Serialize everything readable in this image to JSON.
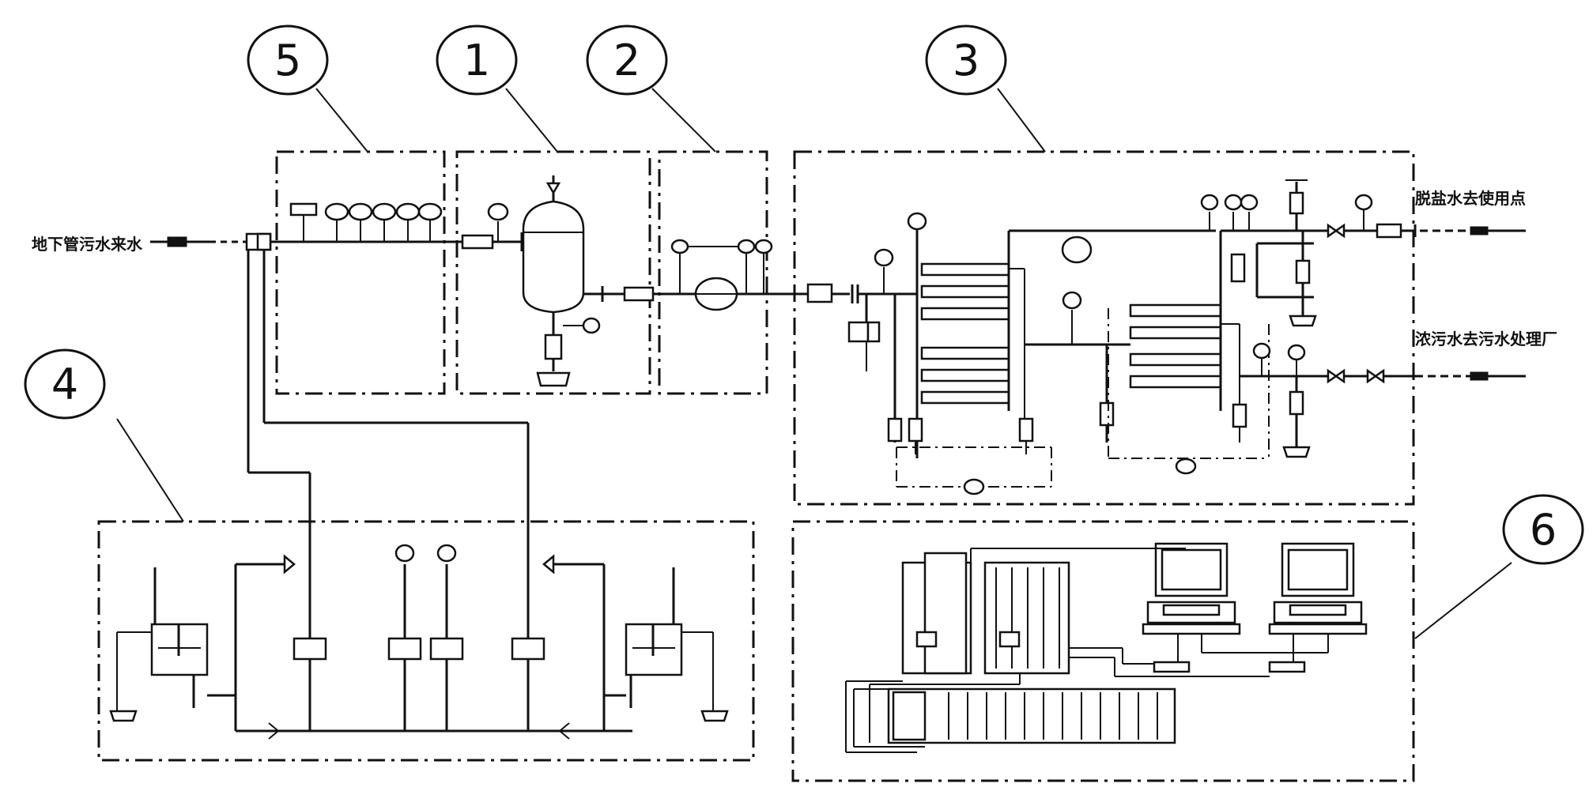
{
  "callouts": [
    "5",
    "1",
    "2",
    "3",
    "4",
    "6"
  ],
  "labels": {
    "inlet": "地下管污水来水",
    "outlet_reuse": "脱盐水去使用点",
    "outlet_waste": "浓污水去污水处理厂"
  }
}
